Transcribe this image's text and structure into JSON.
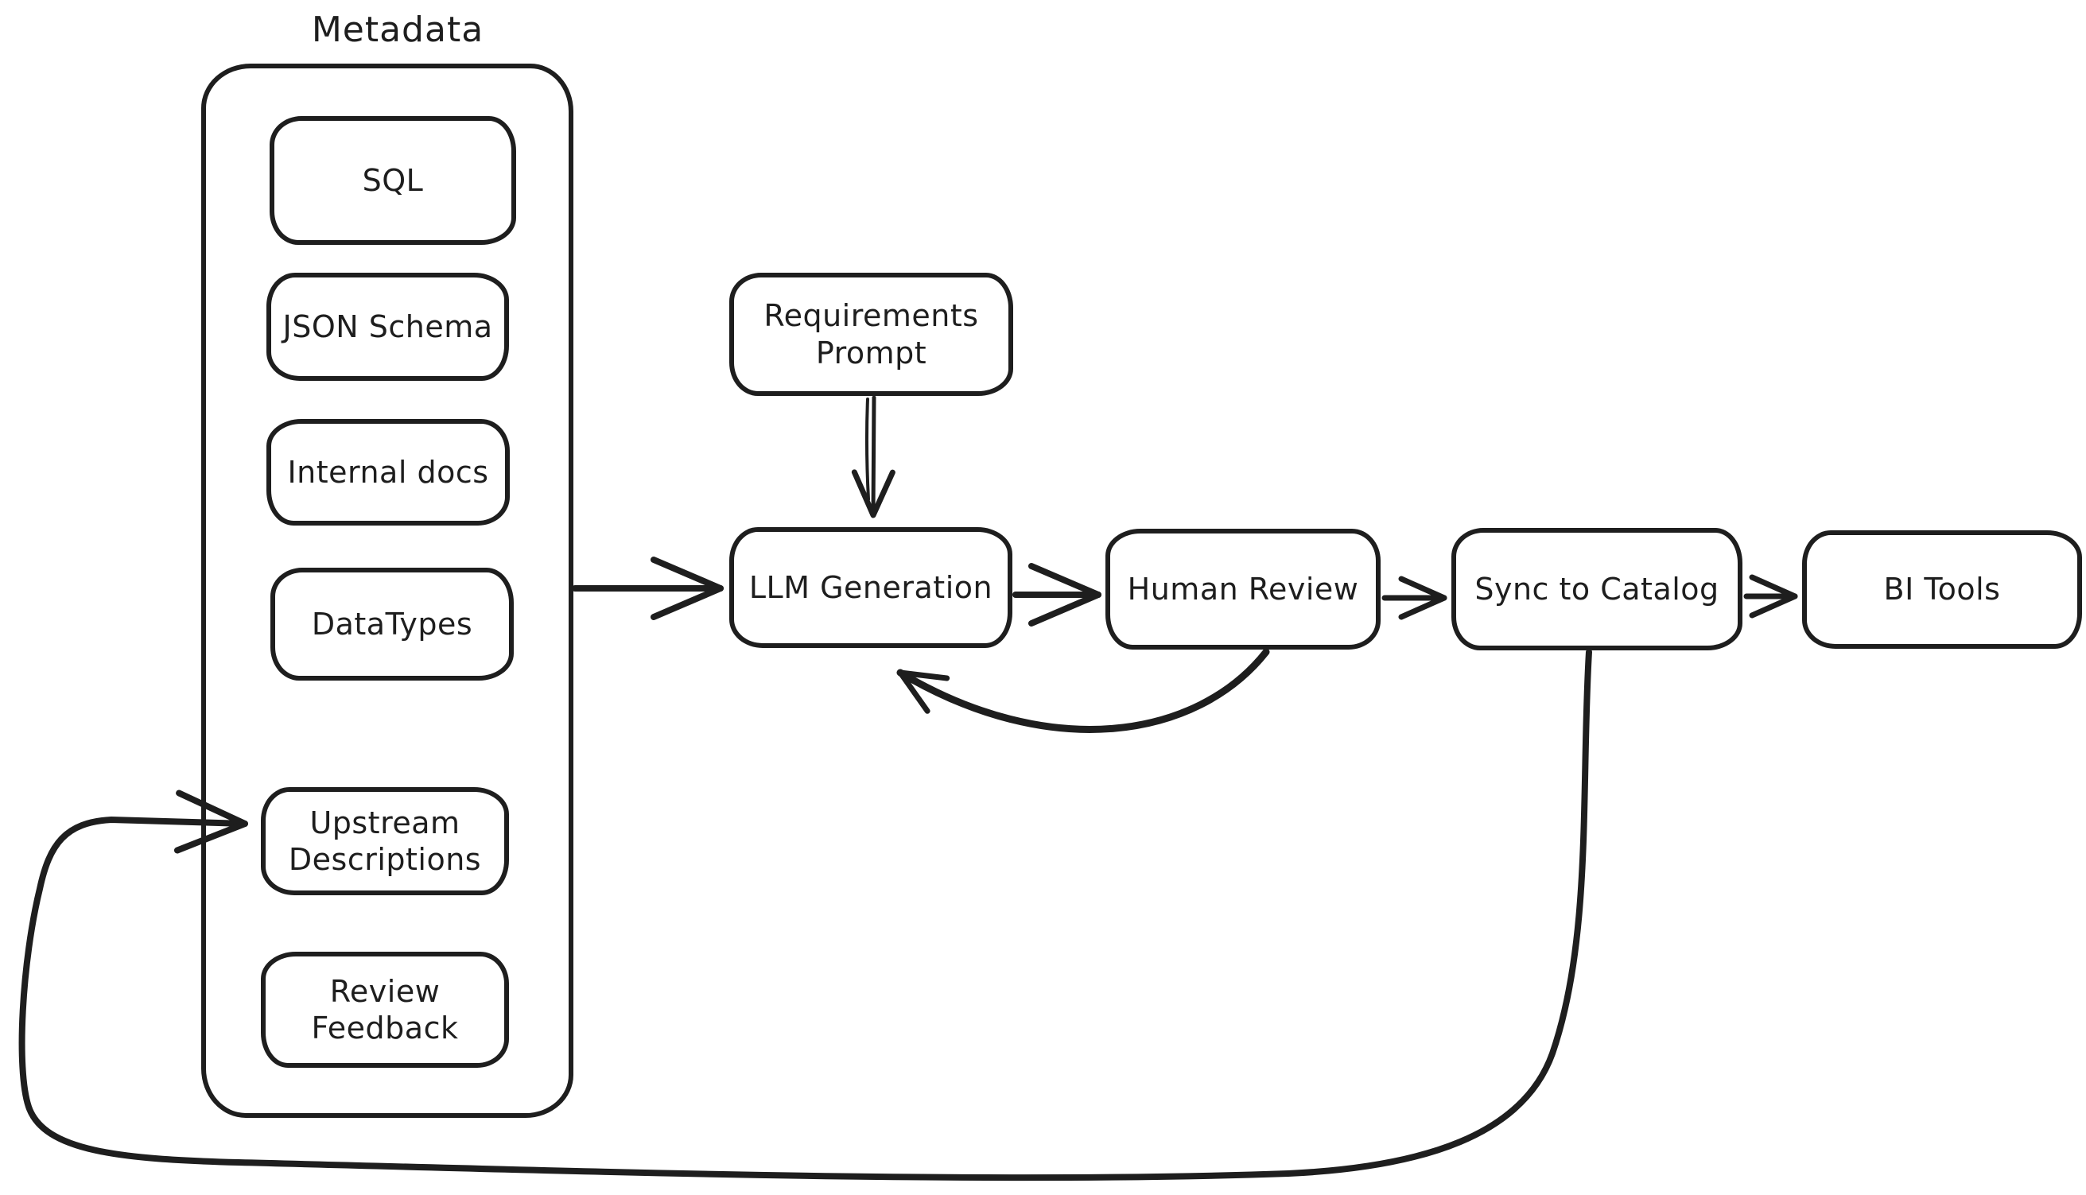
{
  "diagram": {
    "colors": {
      "stroke": "#1e1e1e",
      "background": "#ffffff"
    },
    "metadata_group": {
      "label": "Metadata",
      "items": [
        {
          "label": "SQL"
        },
        {
          "label": "JSON Schema"
        },
        {
          "label": "Internal docs"
        },
        {
          "label": "DataTypes"
        },
        {
          "label": "Upstream Descriptions"
        },
        {
          "label": "Review Feedback"
        }
      ]
    },
    "nodes": {
      "requirements_prompt": {
        "label": "Requirements Prompt"
      },
      "llm_generation": {
        "label": "LLM Generation"
      },
      "human_review": {
        "label": "Human Review"
      },
      "sync_to_catalog": {
        "label": "Sync to Catalog"
      },
      "bi_tools": {
        "label": "BI Tools"
      }
    },
    "edges": [
      {
        "from": "Metadata",
        "to": "LLM Generation"
      },
      {
        "from": "Requirements Prompt",
        "to": "LLM Generation"
      },
      {
        "from": "LLM Generation",
        "to": "Human Review"
      },
      {
        "from": "Human Review",
        "to": "LLM Generation"
      },
      {
        "from": "Human Review",
        "to": "Sync to Catalog"
      },
      {
        "from": "Sync to Catalog",
        "to": "BI Tools"
      },
      {
        "from": "Sync to Catalog",
        "to": "Upstream Descriptions"
      }
    ]
  }
}
